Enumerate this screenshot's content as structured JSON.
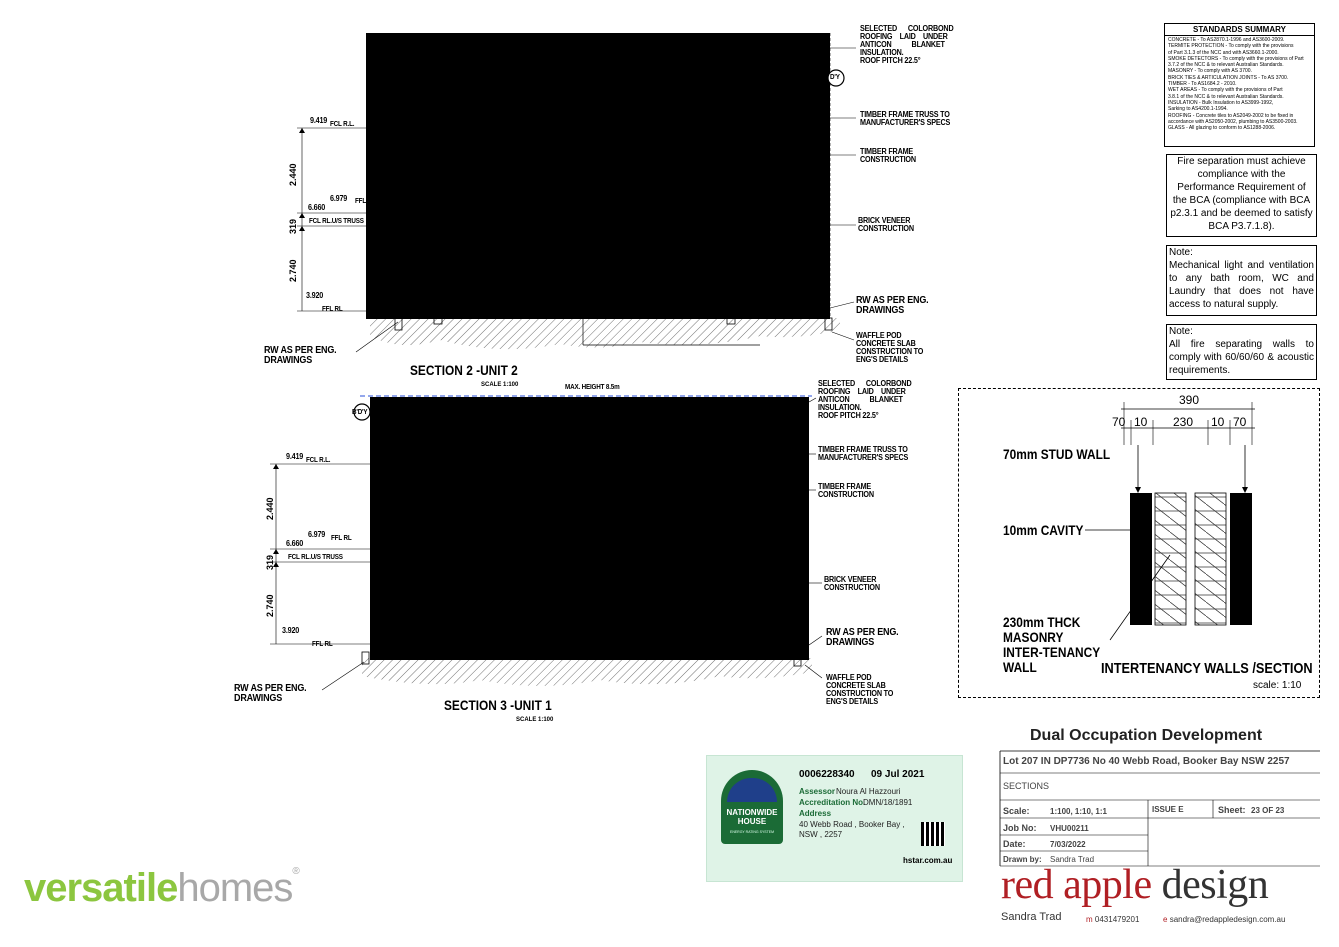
{
  "section2": {
    "title": "SECTION 2 -UNIT 2",
    "scale": "SCALE 1:100",
    "callouts": {
      "roofing": "SELECTED      COLORBOND\nROOFING    LAID    UNDER\nANTICON           BLANKET\nINSULATION.\nROOF PITCH 22.5°",
      "truss": "TIMBER FRAME TRUSS TO\nMANUFACTURER'S SPECS",
      "frame": "TIMBER FRAME\nCONSTRUCTION",
      "brick": "BRICK VENEER\nCONSTRUCTION",
      "rw_right": "RW AS PER ENG.\nDRAWINGS",
      "waffle": "WAFFLE POD\nCONCRETE SLAB\nCONSTRUCTION TO\nENG'S DETAILS",
      "rw_left": "RW AS PER ENG.\nDRAWINGS"
    },
    "levels": {
      "fcl": "9.419",
      "fcl_label": "FCL R.L.",
      "ffl_upper": "6.979",
      "ffl_upper_label": "FFL",
      "truss": "6.660",
      "truss_label": "FCL RL.U/S TRUSS",
      "ffl": "3.920",
      "ffl_label": "FFL RL"
    },
    "dims": {
      "upper": "2.440",
      "mid": "319",
      "lower": "2.740"
    },
    "tag": "D'Y"
  },
  "section3": {
    "title": "SECTION 3 -UNIT 1",
    "scale": "SCALE 1:100",
    "max_height": "MAX. HEIGHT 8.5m",
    "tag": "B'D'Y",
    "callouts": {
      "roofing": "SELECTED      COLORBOND\nROOFING    LAID    UNDER\nANTICON           BLANKET\nINSULATION.\nROOF PITCH 22.5°",
      "truss": "TIMBER FRAME TRUSS TO\nMANUFACTURER'S SPECS",
      "frame": "TIMBER FRAME\nCONSTRUCTION",
      "brick": "BRICK VENEER\nCONSTRUCTION",
      "rw_right": "RW AS PER ENG.\nDRAWINGS",
      "waffle": "WAFFLE POD\nCONCRETE SLAB\nCONSTRUCTION TO\nENG'S DETAILS",
      "rw_left": "RW AS PER ENG.\nDRAWINGS"
    },
    "levels": {
      "fcl": "9.419",
      "fcl_label": "FCL R.L.",
      "ffl_upper": "6.979",
      "ffl_upper_label": "FFL RL",
      "truss": "6.660",
      "truss_label": "FCL RL.U/S TRUSS",
      "ffl": "3.920",
      "ffl_label": "FFL RL"
    },
    "dims": {
      "upper": "2.440",
      "mid": "319",
      "lower": "2.740"
    }
  },
  "standards": {
    "title": "STANDARDS SUMMARY",
    "lines": [
      "CONCRETE - To AS2870.1-1996 and AS3600-2009.",
      "TERMITE PROTECTION - To comply with the provisions",
      "of Part 3.1.3 of the NCC and with AS3660.1-2000.",
      "SMOKE DETECTORS - To comply with the provisions of Part",
      "3.7.2 of the NCC & to relevant Australian Standards.",
      "MASONRY - To comply with AS 3700.",
      "BRICK TIES & ARTICULATION JOINTS - To AS 3700.",
      "TIMBER - To AS1684.2 - 2010.",
      "WET AREAS - To comply with the provisions of Part",
      "3.8.1 of the NCC & to relevant Australian Standards.",
      "INSULATION - Bulk Insulation to AS3999-1992,",
      "Sarking to AS4200.1-1994.",
      "ROOFING - Concrete tiles to AS2049-2002 to be fixed in",
      "accordance with AS2050-2002, plumbing to AS3500-2003.",
      "GLASS - All glazing to conform to AS1288-2006."
    ]
  },
  "notes": {
    "fire": "Fire separation must achieve compliance with the Performance Requirement of the BCA (compliance with BCA p2.3.1 and be deemed to satisfy BCA P3.7.1.8).",
    "mech_title": "Note:",
    "mech": "Mechanical light and ventilation to any bath room, WC and Laundry that does not have access to natural supply.",
    "walls_title": "Note:",
    "walls": "All fire separating walls to comply with 60/60/60 & acoustic requirements."
  },
  "intertenancy": {
    "total": "390",
    "d1": "70",
    "d2": "10",
    "d3": "230",
    "d4": "10",
    "d5": "70",
    "stud": "70mm STUD WALL",
    "cavity": "10mm CAVITY",
    "masonry": "230mm THCK\nMASONRY\nINTER-TENANCY\nWALL",
    "title": "INTERTENANCY WALLS /SECTION",
    "scale": "scale: 1:10"
  },
  "titleblock": {
    "project": "Dual Occupation Development",
    "address": "Lot 207 IN DP7736 No 40 Webb Road, Booker Bay NSW 2257",
    "sheet_name": "SECTIONS",
    "scale_label": "Scale:",
    "scale": "1:100, 1:10, 1:1",
    "issue": "ISSUE E",
    "sheet_label": "Sheet:",
    "sheet": "23 OF 23",
    "job_label": "Job No:",
    "job": "VHU00211",
    "date_label": "Date:",
    "date": "7/03/2022",
    "drawn_label": "Drawn by:",
    "drawn": "Sandra Trad"
  },
  "certificate": {
    "number": "0006228340",
    "date": "09 Jul 2021",
    "assessor_label": "Assessor",
    "assessor": "Noura Al Hazzouri",
    "accreditation_label": "Accreditation No.",
    "accreditation": "DMN/18/1891",
    "address_label": "Address",
    "address": "40 Webb Road , Booker Bay ,\nNSW , 2257",
    "website": "hstar.com.au",
    "badge_name": "NATIONWIDE\nHOUSE",
    "badge_sub": "ENERGY RATING SYSTEM"
  },
  "branding": {
    "versatile_a": "versatile",
    "versatile_b": "homes",
    "versatile_mark": "®",
    "redapple_a": "red apple",
    "redapple_b": " design",
    "person": "Sandra Trad",
    "phone_prefix": "m",
    "phone": "0431479201",
    "email_prefix": "e",
    "email": "sandra@redappledesign.com.au",
    "green": "#8cc63f",
    "grey": "#a8a8a8"
  }
}
